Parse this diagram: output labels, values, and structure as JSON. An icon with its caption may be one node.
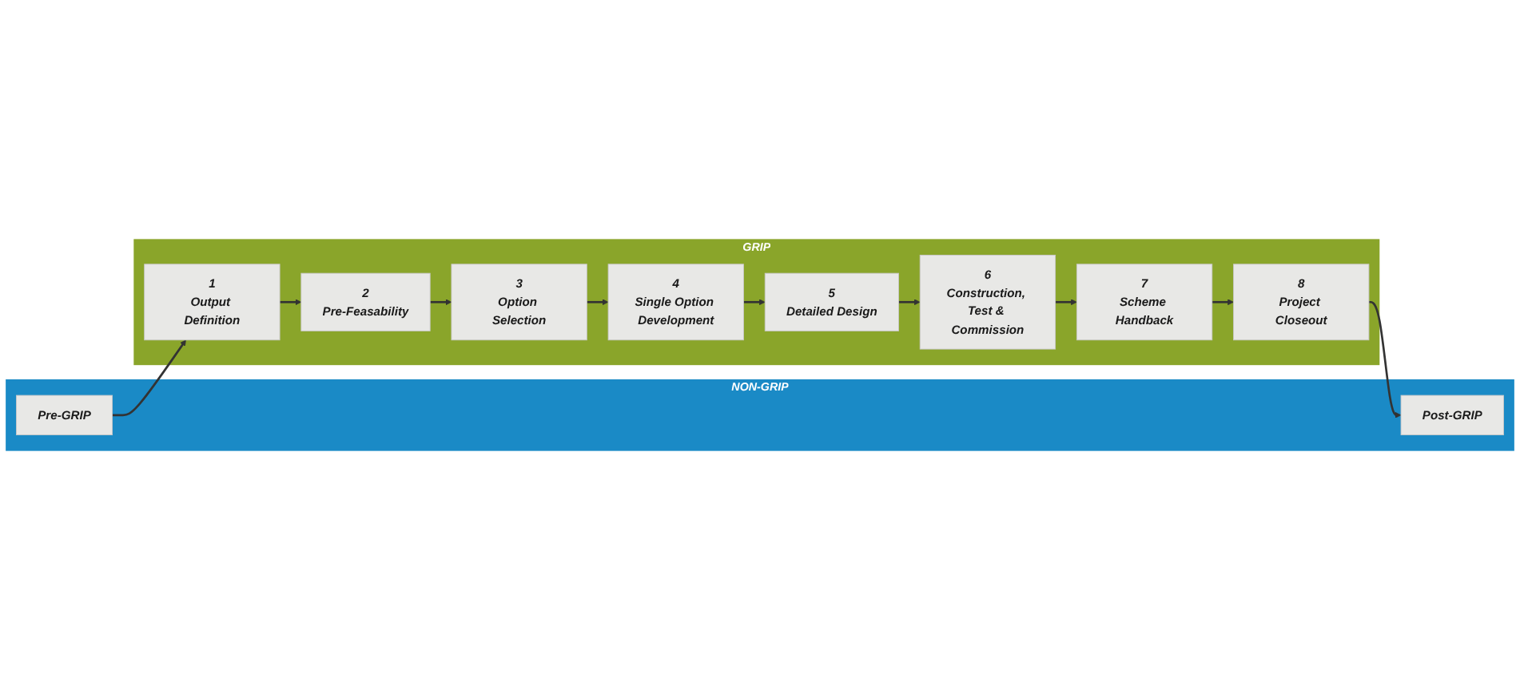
{
  "diagram": {
    "nodes": [
      {
        "text": [
          "NON-GRIP"
        ]
      },
      {
        "text": [
          "Pre-GRIP"
        ],
        "in": 0
      },
      {
        "text": [
          "Post-GRIP"
        ],
        "in": 0
      },
      {
        "text": [
          "GRIP"
        ]
      },
      {
        "text": [
          "1",
          "Output Definition"
        ],
        "in": 3
      },
      {
        "text": [
          "2",
          "Pre-Feasability"
        ],
        "in": 3
      },
      {
        "text": [
          "3",
          "Option Selection"
        ],
        "in": 3
      },
      {
        "text": [
          "4",
          "Single Option Development"
        ],
        "in": 3
      },
      {
        "text": [
          "5",
          "Detailed Design"
        ],
        "in": 3
      },
      {
        "text": [
          "6",
          "Construction, Test & Commission"
        ],
        "in": 3
      },
      {
        "text": [
          "7",
          "Scheme Handback"
        ],
        "in": 3
      },
      {
        "text": [
          "8",
          "Project Closeout"
        ],
        "in": 3
      }
    ],
    "edges": [
      {
        "from": 1,
        "to": 4,
        "arrow": "to"
      },
      {
        "from": 4,
        "to": 5,
        "arrow": "to"
      },
      {
        "from": 5,
        "to": 6,
        "arrow": "to"
      },
      {
        "from": 6,
        "to": 7,
        "arrow": "to"
      },
      {
        "from": 7,
        "to": 8,
        "arrow": "to"
      },
      {
        "from": 8,
        "to": 9,
        "arrow": "to"
      },
      {
        "from": 9,
        "to": 10,
        "arrow": "to"
      },
      {
        "from": 10,
        "to": 11,
        "arrow": "to"
      },
      {
        "from": 11,
        "to": 2,
        "arrow": "to"
      }
    ]
  }
}
